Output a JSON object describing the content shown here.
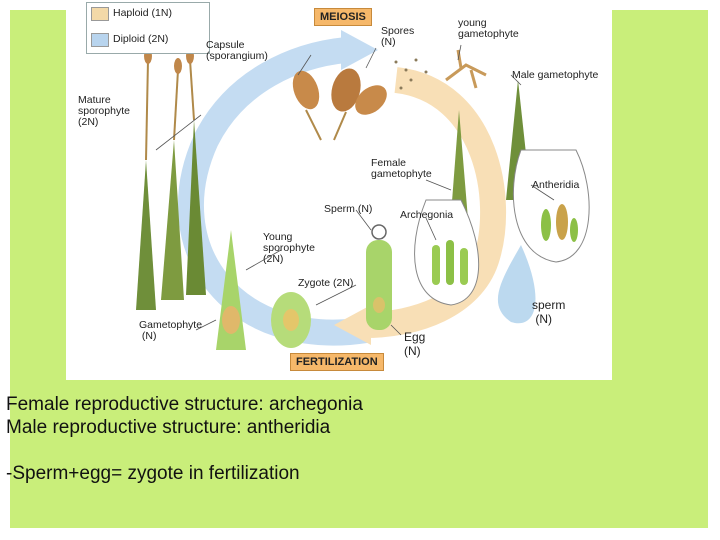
{
  "legend": {
    "haploid_label": "Haploid (1N)",
    "diploid_label": "Diploid (2N)",
    "haploid_color": "#f3d9a8",
    "diploid_color": "#b8d4ee"
  },
  "stages": {
    "meiosis": "MEIOSIS",
    "fertilization": "FERTILIZATION"
  },
  "labels": {
    "capsule": "Capsule\n(sporangium)",
    "spores": "Spores\n(N)",
    "young_gametophyte": "young\ngametophyte",
    "male_gametophyte": "Male gametophyte",
    "mature_sporophyte": "Mature\nsporophyte\n(2N)",
    "female_gametophyte": "Female\ngametophyte",
    "antheridia": "Antheridia",
    "sperm_n_center": "Sperm (N)",
    "archegonia": "Archegonia",
    "young_sporophyte": "Young\nsporophyte\n(2N)",
    "zygote": "Zygote (2N)",
    "sperm_n_right": "sperm\n (N)",
    "gametophyte": "Gametophyte\n (N)",
    "egg": "Egg\n(N)"
  },
  "caption": {
    "line1": "Female reproductive structure: archegonia",
    "line2": "Male reproductive structure: antheridia",
    "line3": "",
    "line4": "-Sperm+egg= zygote in fertilization"
  },
  "colors": {
    "slide_background": "#c9ee7a",
    "haploid_arrow": "#f8dfb6",
    "diploid_arrow": "#c4dcf2",
    "stage_box": "#f6b86a"
  }
}
